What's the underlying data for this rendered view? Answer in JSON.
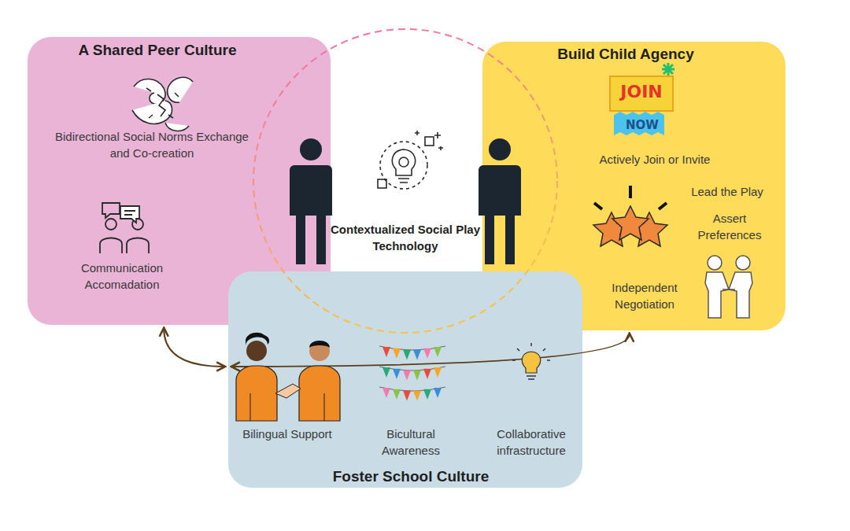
{
  "diagram": {
    "nodes": [
      {
        "text": [
          "A Shared Peer Culture",
          "Bidirectional Social Norms Exchange and Co-creation",
          "Communication Accomadation"
        ]
      },
      {
        "text": [
          "Contextualized Social Play Technology"
        ]
      },
      {
        "text": [
          "Build Child Agency",
          "Actively Join or Invite",
          "Lead the Play",
          "Assert Preferences",
          "Independent Negotiation"
        ]
      },
      {
        "text": [
          "Bilingual Support",
          "Bicultural Awareness",
          "Collaborative infrastructure",
          "Foster School Culture"
        ]
      }
    ],
    "edges": [
      {
        "from": 0,
        "to": 3,
        "arrow": "both"
      },
      {
        "from": 3,
        "to": 2,
        "arrow": "both"
      }
    ],
    "labels": [
      "JOIN",
      "NOW"
    ]
  }
}
